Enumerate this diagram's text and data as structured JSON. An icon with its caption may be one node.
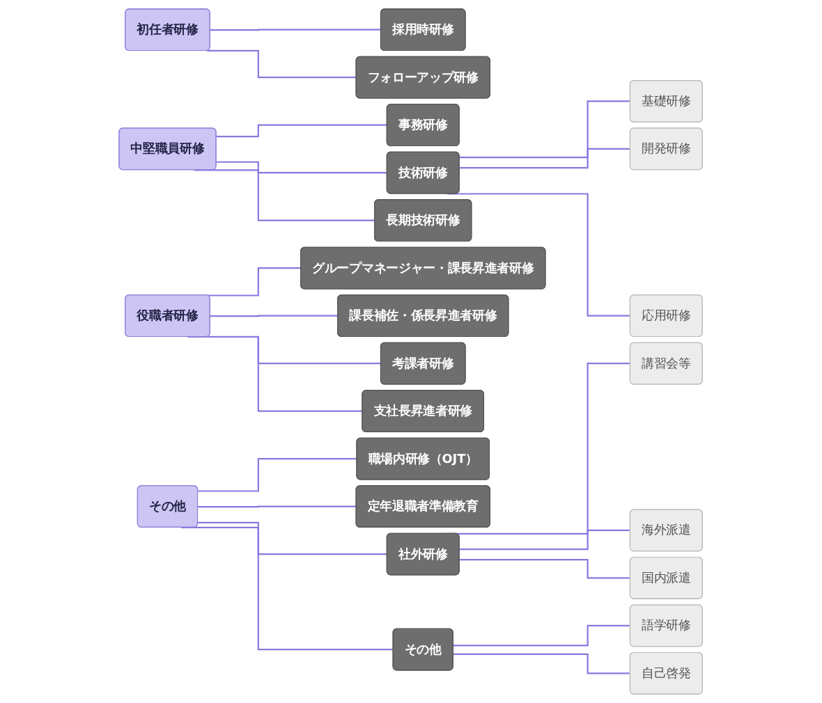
{
  "diagram": {
    "nodes": [
      {
        "text": [
          "初任者研修"
        ]
      },
      {
        "text": [
          "採用時研修"
        ]
      },
      {
        "text": [
          "フォローアップ研修"
        ]
      },
      {
        "text": [
          "中堅職員研修"
        ]
      },
      {
        "text": [
          "事務研修"
        ]
      },
      {
        "text": [
          "技術研修"
        ]
      },
      {
        "text": [
          "基礎研修"
        ]
      },
      {
        "text": [
          "開発研修"
        ]
      },
      {
        "text": [
          "応用研修"
        ]
      },
      {
        "text": [
          "長期技術研修"
        ]
      },
      {
        "text": [
          "役職者研修"
        ]
      },
      {
        "text": [
          "グループマネージャー・課長昇進者研修"
        ]
      },
      {
        "text": [
          "課長補佐・係長昇進者研修"
        ]
      },
      {
        "text": [
          "考課者研修"
        ]
      },
      {
        "text": [
          "支社長昇進者研修"
        ]
      },
      {
        "text": [
          "その他"
        ]
      },
      {
        "text": [
          "職場内研修（OJT）"
        ]
      },
      {
        "text": [
          "定年退職者準備教育"
        ]
      },
      {
        "text": [
          "社外研修"
        ]
      },
      {
        "text": [
          "講習会等"
        ]
      },
      {
        "text": [
          "海外派遣"
        ]
      },
      {
        "text": [
          "国内派遣"
        ]
      },
      {
        "text": [
          "その他"
        ]
      },
      {
        "text": [
          "語学研修"
        ]
      },
      {
        "text": [
          "自己啓発"
        ]
      }
    ],
    "edges": [
      {
        "from": 0,
        "to": 1,
        "arrow": "none"
      },
      {
        "from": 0,
        "to": 2,
        "arrow": "none"
      },
      {
        "from": 3,
        "to": 4,
        "arrow": "none"
      },
      {
        "from": 3,
        "to": 5,
        "arrow": "none"
      },
      {
        "from": 3,
        "to": 9,
        "arrow": "none"
      },
      {
        "from": 5,
        "to": 6,
        "arrow": "none"
      },
      {
        "from": 5,
        "to": 7,
        "arrow": "none"
      },
      {
        "from": 5,
        "to": 8,
        "arrow": "none"
      },
      {
        "from": 10,
        "to": 11,
        "arrow": "none"
      },
      {
        "from": 10,
        "to": 12,
        "arrow": "none"
      },
      {
        "from": 10,
        "to": 13,
        "arrow": "none"
      },
      {
        "from": 10,
        "to": 14,
        "arrow": "none"
      },
      {
        "from": 15,
        "to": 16,
        "arrow": "none"
      },
      {
        "from": 15,
        "to": 17,
        "arrow": "none"
      },
      {
        "from": 15,
        "to": 18,
        "arrow": "none"
      },
      {
        "from": 15,
        "to": 22,
        "arrow": "none"
      },
      {
        "from": 18,
        "to": 19,
        "arrow": "none"
      },
      {
        "from": 18,
        "to": 20,
        "arrow": "none"
      },
      {
        "from": 18,
        "to": 21,
        "arrow": "none"
      },
      {
        "from": 22,
        "to": 23,
        "arrow": "none"
      },
      {
        "from": 22,
        "to": 24,
        "arrow": "none"
      }
    ]
  }
}
